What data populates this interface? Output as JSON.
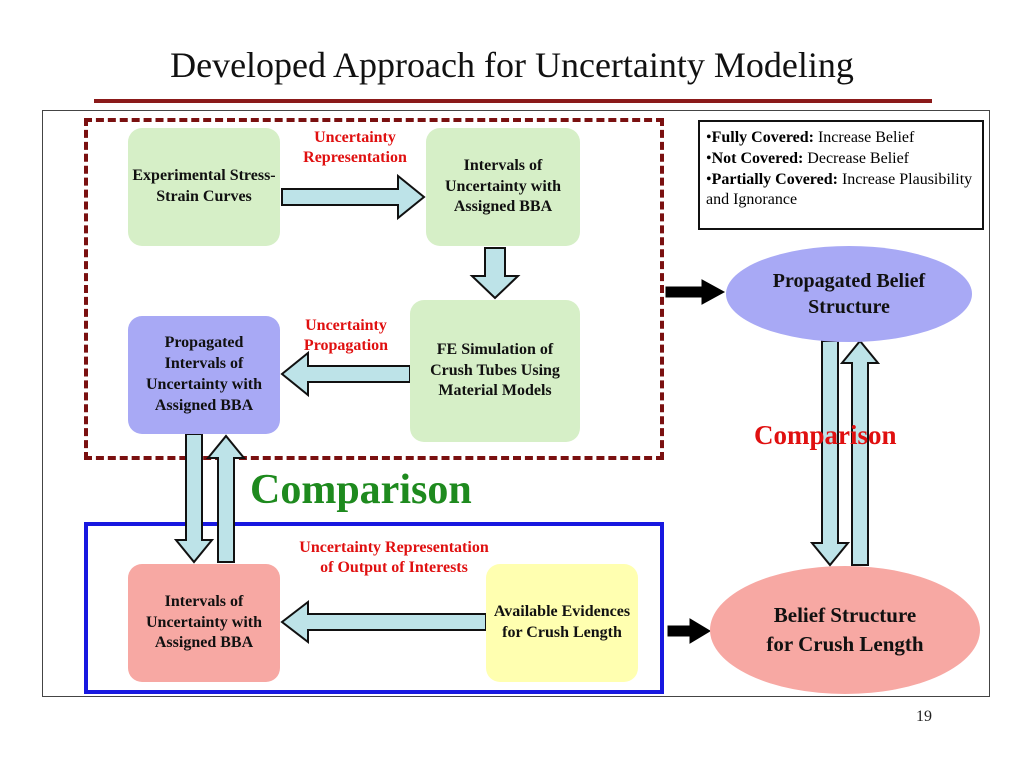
{
  "title": "Developed Approach for Uncertainty Modeling",
  "boxes": {
    "experimental": "Experimental Stress-Strain Curves",
    "intervals_top": "Intervals of Uncertainty with Assigned BBA",
    "fe_simulation": "FE Simulation of Crush Tubes Using Material Models",
    "propagated_intervals": "Propagated Intervals of Uncertainty with Assigned BBA",
    "intervals_bottom": "Intervals of Uncertainty with Assigned BBA",
    "available_evidences": "Available Evidences for Crush Length"
  },
  "labels": {
    "representation_top": "Uncertainty Representation",
    "propagation": "Uncertainty Propagation",
    "representation_output": "Uncertainty Representation of Output of Interests"
  },
  "ellipses": {
    "propagated_belief": "Propagated Belief Structure",
    "belief_crush": "Belief Structure for Crush Length"
  },
  "legend": [
    {
      "term": "Fully Covered:",
      "desc": "Increase Belief"
    },
    {
      "term": "Not Covered:",
      "desc": "Decrease Belief"
    },
    {
      "term": "Partially Covered:",
      "desc": "Increase Plausibility and Ignorance"
    }
  ],
  "comparison_center": "Comparison",
  "comparison_right": "Comparison",
  "page_number": "19",
  "colors": {
    "dashed_border": "#7a1010",
    "blue_border": "#1818e0",
    "arrow_fill": "#bde3e8",
    "green_box": "#d6efc7",
    "blue_box": "#a8a9f5",
    "pink_box": "#f7a8a3",
    "yellow_box": "#ffffb0",
    "accent_red": "#e01010",
    "accent_green": "#1e8a1e"
  }
}
